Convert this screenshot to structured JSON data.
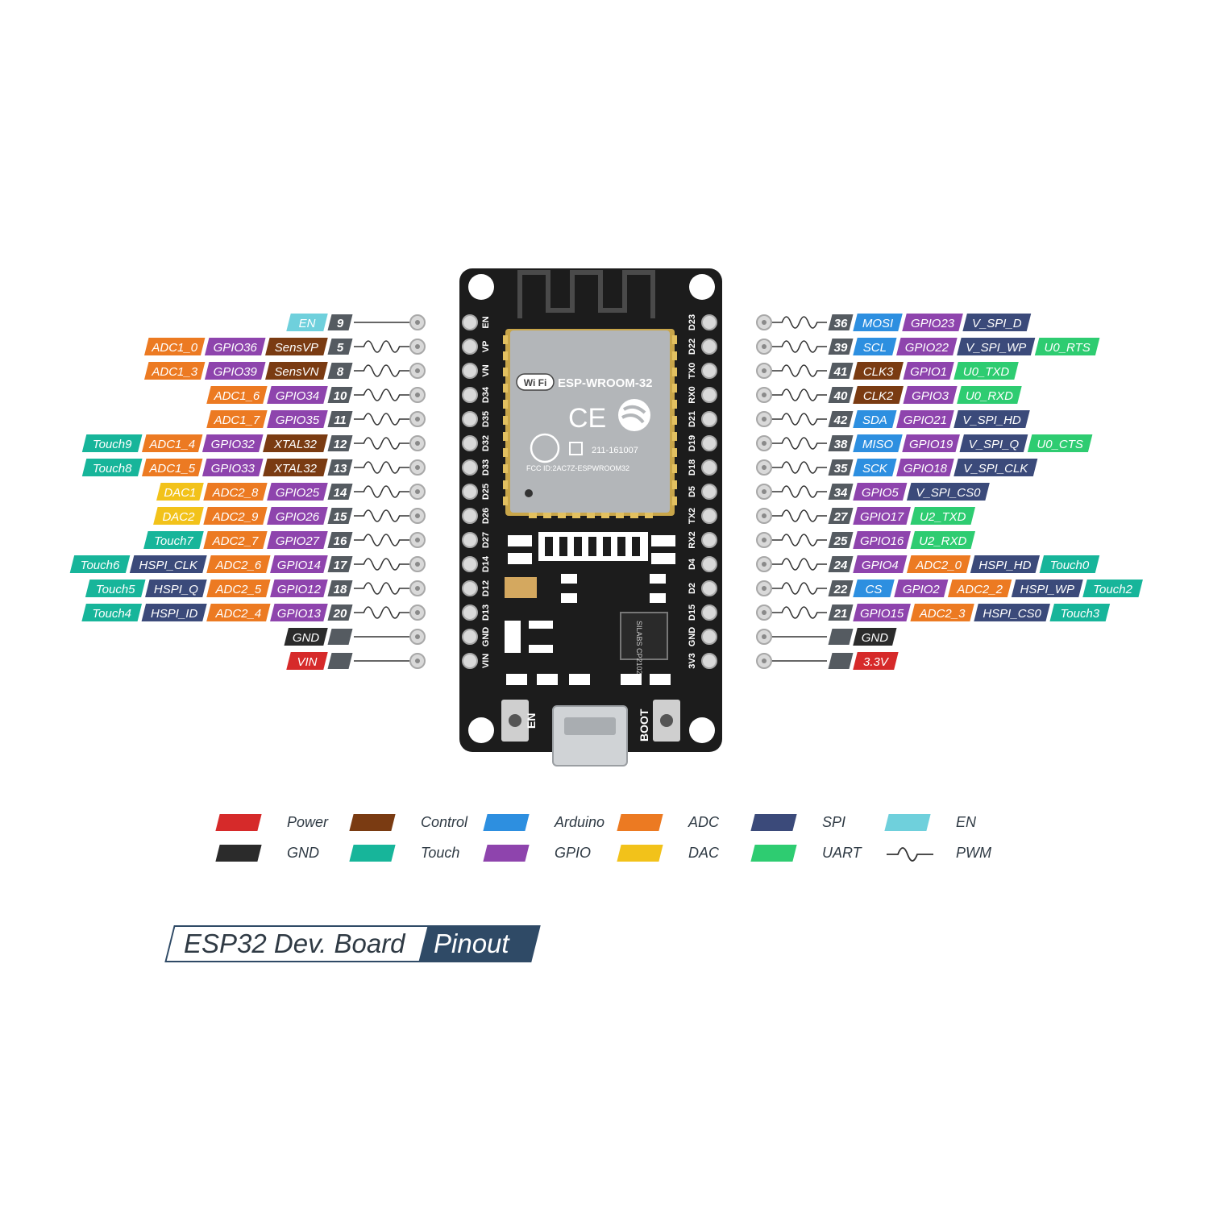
{
  "colors": {
    "power": "#d62a2a",
    "gnd": "#2b2b2b",
    "control": "#7a3b12",
    "touch": "#17b59a",
    "arduino": "#2d8fe0",
    "gpio": "#8e44ad",
    "adc": "#ec7a22",
    "dac": "#f2c21a",
    "spi": "#3b4a7a",
    "uart": "#2ecc71",
    "en": "#6fd0dc",
    "pin": "#555b61",
    "board": "#1c1c1c"
  },
  "board": {
    "module_name": "ESP-WROOM-32",
    "wifi_mark": "Wi Fi",
    "ce_mark": "CE",
    "cert_code": "211-161007",
    "fcc_id": "FCC ID:2AC7Z-ESPWROOM32",
    "chip_text": "SILABS CP2102",
    "en_button": "EN",
    "boot_button": "BOOT",
    "left_silk": [
      "EN",
      "VP",
      "VN",
      "D34",
      "D35",
      "D32",
      "D33",
      "D25",
      "D26",
      "D27",
      "D14",
      "D12",
      "D13",
      "GND",
      "VIN"
    ],
    "right_silk": [
      "D23",
      "D22",
      "TX0",
      "RX0",
      "D21",
      "D19",
      "D18",
      "D5",
      "TX2",
      "RX2",
      "D4",
      "D2",
      "D15",
      "GND",
      "3V3"
    ]
  },
  "left_pins": [
    {
      "pin": "9",
      "pwm": false,
      "labels": [
        {
          "text": "EN",
          "type": "en"
        }
      ]
    },
    {
      "pin": "5",
      "pwm": true,
      "labels": [
        {
          "text": "SensVP",
          "type": "control"
        },
        {
          "text": "GPIO36",
          "type": "gpio"
        },
        {
          "text": "ADC1_0",
          "type": "adc"
        }
      ]
    },
    {
      "pin": "8",
      "pwm": true,
      "labels": [
        {
          "text": "SensVN",
          "type": "control"
        },
        {
          "text": "GPIO39",
          "type": "gpio"
        },
        {
          "text": "ADC1_3",
          "type": "adc"
        }
      ]
    },
    {
      "pin": "10",
      "pwm": true,
      "labels": [
        {
          "text": "GPIO34",
          "type": "gpio"
        },
        {
          "text": "ADC1_6",
          "type": "adc"
        }
      ]
    },
    {
      "pin": "11",
      "pwm": true,
      "labels": [
        {
          "text": "GPIO35",
          "type": "gpio"
        },
        {
          "text": "ADC1_7",
          "type": "adc"
        }
      ]
    },
    {
      "pin": "12",
      "pwm": true,
      "labels": [
        {
          "text": "XTAL32",
          "type": "control"
        },
        {
          "text": "GPIO32",
          "type": "gpio"
        },
        {
          "text": "ADC1_4",
          "type": "adc"
        },
        {
          "text": "Touch9",
          "type": "touch"
        }
      ]
    },
    {
      "pin": "13",
      "pwm": true,
      "labels": [
        {
          "text": "XTAL32",
          "type": "control"
        },
        {
          "text": "GPIO33",
          "type": "gpio"
        },
        {
          "text": "ADC1_5",
          "type": "adc"
        },
        {
          "text": "Touch8",
          "type": "touch"
        }
      ]
    },
    {
      "pin": "14",
      "pwm": true,
      "labels": [
        {
          "text": "GPIO25",
          "type": "gpio"
        },
        {
          "text": "ADC2_8",
          "type": "adc"
        },
        {
          "text": "DAC1",
          "type": "dac"
        }
      ]
    },
    {
      "pin": "15",
      "pwm": true,
      "labels": [
        {
          "text": "GPIO26",
          "type": "gpio"
        },
        {
          "text": "ADC2_9",
          "type": "adc"
        },
        {
          "text": "DAC2",
          "type": "dac"
        }
      ]
    },
    {
      "pin": "16",
      "pwm": true,
      "labels": [
        {
          "text": "GPIO27",
          "type": "gpio"
        },
        {
          "text": "ADC2_7",
          "type": "adc"
        },
        {
          "text": "Touch7",
          "type": "touch"
        }
      ]
    },
    {
      "pin": "17",
      "pwm": true,
      "labels": [
        {
          "text": "GPIO14",
          "type": "gpio"
        },
        {
          "text": "ADC2_6",
          "type": "adc"
        },
        {
          "text": "HSPI_CLK",
          "type": "spi"
        },
        {
          "text": "Touch6",
          "type": "touch"
        }
      ]
    },
    {
      "pin": "18",
      "pwm": true,
      "labels": [
        {
          "text": "GPIO12",
          "type": "gpio"
        },
        {
          "text": "ADC2_5",
          "type": "adc"
        },
        {
          "text": "HSPI_Q",
          "type": "spi"
        },
        {
          "text": "Touch5",
          "type": "touch"
        }
      ]
    },
    {
      "pin": "20",
      "pwm": true,
      "labels": [
        {
          "text": "GPIO13",
          "type": "gpio"
        },
        {
          "text": "ADC2_4",
          "type": "adc"
        },
        {
          "text": "HSPI_ID",
          "type": "spi"
        },
        {
          "text": "Touch4",
          "type": "touch"
        }
      ]
    },
    {
      "pin": "",
      "pwm": false,
      "labels": [
        {
          "text": "GND",
          "type": "gnd"
        }
      ]
    },
    {
      "pin": "",
      "pwm": false,
      "labels": [
        {
          "text": "VIN",
          "type": "power"
        }
      ]
    }
  ],
  "right_pins": [
    {
      "pin": "36",
      "pwm": true,
      "labels": [
        {
          "text": "MOSI",
          "type": "arduino"
        },
        {
          "text": "GPIO23",
          "type": "gpio"
        },
        {
          "text": "V_SPI_D",
          "type": "spi"
        }
      ]
    },
    {
      "pin": "39",
      "pwm": true,
      "labels": [
        {
          "text": "SCL",
          "type": "arduino"
        },
        {
          "text": "GPIO22",
          "type": "gpio"
        },
        {
          "text": "V_SPI_WP",
          "type": "spi"
        },
        {
          "text": "U0_RTS",
          "type": "uart"
        }
      ]
    },
    {
      "pin": "41",
      "pwm": true,
      "labels": [
        {
          "text": "CLK3",
          "type": "control"
        },
        {
          "text": "GPIO1",
          "type": "gpio"
        },
        {
          "text": "U0_TXD",
          "type": "uart"
        }
      ]
    },
    {
      "pin": "40",
      "pwm": true,
      "labels": [
        {
          "text": "CLK2",
          "type": "control"
        },
        {
          "text": "GPIO3",
          "type": "gpio"
        },
        {
          "text": "U0_RXD",
          "type": "uart"
        }
      ]
    },
    {
      "pin": "42",
      "pwm": true,
      "labels": [
        {
          "text": "SDA",
          "type": "arduino"
        },
        {
          "text": "GPIO21",
          "type": "gpio"
        },
        {
          "text": "V_SPI_HD",
          "type": "spi"
        }
      ]
    },
    {
      "pin": "38",
      "pwm": true,
      "labels": [
        {
          "text": "MISO",
          "type": "arduino"
        },
        {
          "text": "GPIO19",
          "type": "gpio"
        },
        {
          "text": "V_SPI_Q",
          "type": "spi"
        },
        {
          "text": "U0_CTS",
          "type": "uart"
        }
      ]
    },
    {
      "pin": "35",
      "pwm": true,
      "labels": [
        {
          "text": "SCK",
          "type": "arduino"
        },
        {
          "text": "GPIO18",
          "type": "gpio"
        },
        {
          "text": "V_SPI_CLK",
          "type": "spi"
        }
      ]
    },
    {
      "pin": "34",
      "pwm": true,
      "labels": [
        {
          "text": "GPIO5",
          "type": "gpio"
        },
        {
          "text": "V_SPI_CS0",
          "type": "spi"
        }
      ]
    },
    {
      "pin": "27",
      "pwm": true,
      "labels": [
        {
          "text": "GPIO17",
          "type": "gpio"
        },
        {
          "text": "U2_TXD",
          "type": "uart"
        }
      ]
    },
    {
      "pin": "25",
      "pwm": true,
      "labels": [
        {
          "text": "GPIO16",
          "type": "gpio"
        },
        {
          "text": "U2_RXD",
          "type": "uart"
        }
      ]
    },
    {
      "pin": "24",
      "pwm": true,
      "labels": [
        {
          "text": "GPIO4",
          "type": "gpio"
        },
        {
          "text": "ADC2_0",
          "type": "adc"
        },
        {
          "text": "HSPI_HD",
          "type": "spi"
        },
        {
          "text": "Touch0",
          "type": "touch"
        }
      ]
    },
    {
      "pin": "22",
      "pwm": true,
      "labels": [
        {
          "text": "CS",
          "type": "arduino"
        },
        {
          "text": "GPIO2",
          "type": "gpio"
        },
        {
          "text": "ADC2_2",
          "type": "adc"
        },
        {
          "text": "HSPI_WP",
          "type": "spi"
        },
        {
          "text": "Touch2",
          "type": "touch"
        }
      ]
    },
    {
      "pin": "21",
      "pwm": true,
      "labels": [
        {
          "text": "GPIO15",
          "type": "gpio"
        },
        {
          "text": "ADC2_3",
          "type": "adc"
        },
        {
          "text": "HSPI_CS0",
          "type": "spi"
        },
        {
          "text": "Touch3",
          "type": "touch"
        }
      ]
    },
    {
      "pin": "",
      "pwm": false,
      "labels": [
        {
          "text": "GND",
          "type": "gnd"
        }
      ]
    },
    {
      "pin": "",
      "pwm": false,
      "labels": [
        {
          "text": "3.3V",
          "type": "power"
        }
      ]
    }
  ],
  "legend": [
    {
      "label": "Power",
      "type": "power"
    },
    {
      "label": "GND",
      "type": "gnd"
    },
    {
      "label": "Control",
      "type": "control"
    },
    {
      "label": "Touch",
      "type": "touch"
    },
    {
      "label": "Arduino",
      "type": "arduino"
    },
    {
      "label": "GPIO",
      "type": "gpio"
    },
    {
      "label": "ADC",
      "type": "adc"
    },
    {
      "label": "DAC",
      "type": "dac"
    },
    {
      "label": "SPI",
      "type": "spi"
    },
    {
      "label": "UART",
      "type": "uart"
    },
    {
      "label": "EN",
      "type": "en"
    },
    {
      "label": "PWM",
      "type": "pwm"
    }
  ],
  "title": {
    "left": "ESP32 Dev. Board",
    "right": "Pinout"
  }
}
